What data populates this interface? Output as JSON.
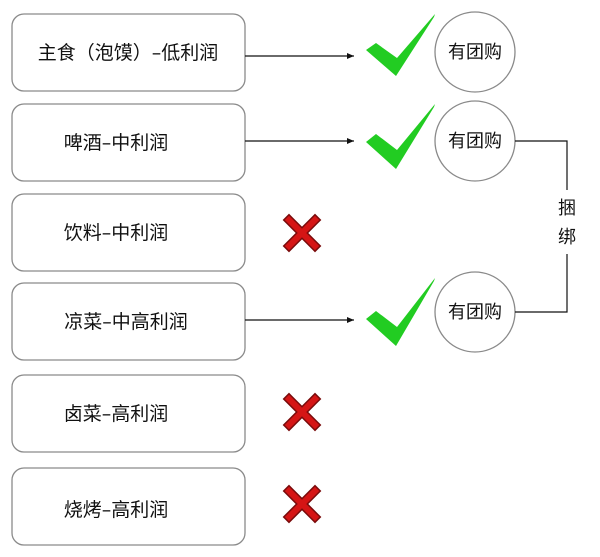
{
  "items": [
    {
      "label": "主食（泡馍）–低利润",
      "group_buy": true
    },
    {
      "label": "啤酒–中利润",
      "group_buy": true
    },
    {
      "label": "饮料–中利润",
      "group_buy": false
    },
    {
      "label": "凉菜–中高利润",
      "group_buy": true
    },
    {
      "label": "卤菜–高利润",
      "group_buy": false
    },
    {
      "label": "烧烤–高利润",
      "group_buy": false
    }
  ],
  "group_buy_label": "有团购",
  "bundle_label": [
    "捆",
    "绑"
  ],
  "colors": {
    "check": "#22cc22",
    "cross": "#cc1111",
    "box_border": "#8a8a8a",
    "circle_border": "#8a8a8a",
    "line": "#111111"
  }
}
